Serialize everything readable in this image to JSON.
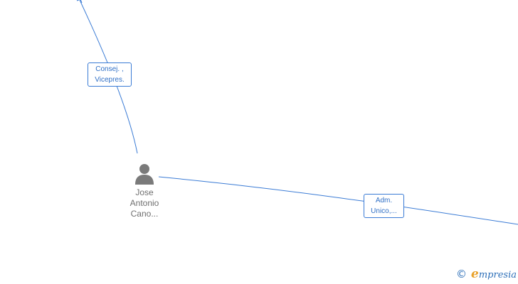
{
  "diagram": {
    "edges": [
      {
        "id": "edge-0",
        "label_lines": [
          "Consej. ,",
          "Vicepres."
        ]
      },
      {
        "id": "edge-1",
        "label_lines": [
          "Adm.",
          "Unico,..."
        ]
      }
    ],
    "person": {
      "name_lines": [
        "Jose",
        "Antonio",
        "Cano..."
      ],
      "icon": "person-icon"
    }
  },
  "footer": {
    "copyright_symbol": "©",
    "brand_initial": "e",
    "brand_rest": "mpresia"
  },
  "colors": {
    "edge": "#3a7bd5",
    "label_text": "#2f6fc6",
    "person_icon": "#7a7a7a",
    "brand_blue": "#2d6fb8",
    "brand_orange": "#e8a12a"
  }
}
